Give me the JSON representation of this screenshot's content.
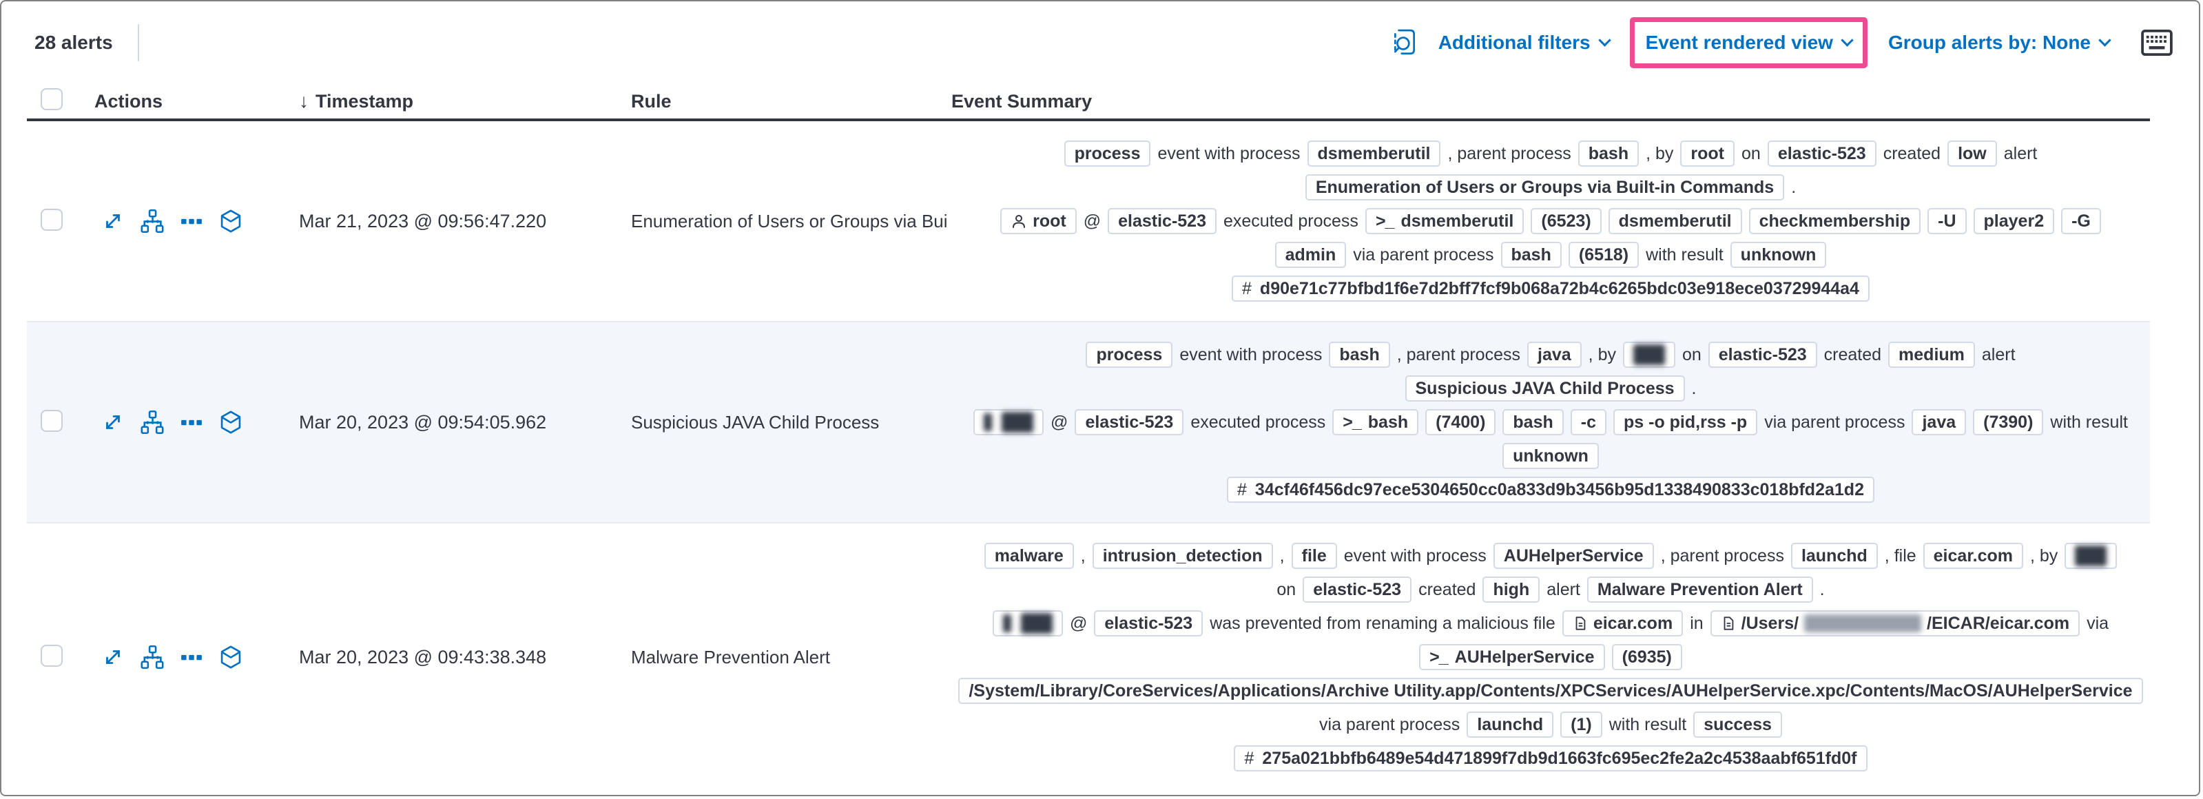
{
  "toolbar": {
    "alert_count": "28 alerts",
    "additional_filters": "Additional filters",
    "view_selector": "Event rendered view",
    "group_by": "Group alerts by: None"
  },
  "table": {
    "columns": {
      "actions": "Actions",
      "timestamp": "Timestamp",
      "rule": "Rule",
      "summary": "Event Summary"
    }
  },
  "colors": {
    "annotation_pink": "#ed4c92",
    "link_blue": "#0071c2",
    "row_alt_bg": "#f3f6fb"
  },
  "icons": {
    "toolbar": [
      "inspect-icon",
      "keyboard-shortcuts-icon"
    ],
    "row_actions": [
      "expand-icon",
      "analyze-event-icon",
      "more-actions-icon",
      "investigate-in-timeline-icon"
    ]
  },
  "rows": [
    {
      "timestamp": "Mar 21, 2023 @ 09:56:47.220",
      "rule": "Enumeration of Users or Groups via Bui",
      "summary": [
        [
          {
            "t": "badge",
            "v": "process"
          },
          {
            "t": "text",
            "v": "event with process"
          },
          {
            "t": "badge",
            "v": "dsmemberutil"
          },
          {
            "t": "text",
            "v": ", parent process"
          },
          {
            "t": "badge",
            "v": "bash"
          },
          {
            "t": "text",
            "v": ", by"
          },
          {
            "t": "badge",
            "v": "root"
          },
          {
            "t": "text",
            "v": "on"
          },
          {
            "t": "badge",
            "v": "elastic-523"
          },
          {
            "t": "text",
            "v": "created"
          },
          {
            "t": "badge",
            "v": "low"
          },
          {
            "t": "text",
            "v": "alert"
          }
        ],
        [
          {
            "t": "badge",
            "v": "Enumeration of Users or Groups via Built-in Commands"
          },
          {
            "t": "text",
            "v": "."
          }
        ],
        [
          {
            "t": "badge",
            "v": "root",
            "icon": "user"
          },
          {
            "t": "text",
            "v": "@"
          },
          {
            "t": "badge",
            "v": "elastic-523"
          },
          {
            "t": "text",
            "v": "executed process"
          },
          {
            "t": "badge",
            "v": "dsmemberutil",
            "icon": "terminal"
          },
          {
            "t": "badge",
            "v": "(6523)"
          },
          {
            "t": "badge",
            "v": "dsmemberutil"
          },
          {
            "t": "badge",
            "v": "checkmembership"
          },
          {
            "t": "badge",
            "v": "-U"
          },
          {
            "t": "badge",
            "v": "player2"
          },
          {
            "t": "badge",
            "v": "-G"
          }
        ],
        [
          {
            "t": "badge",
            "v": "admin"
          },
          {
            "t": "text",
            "v": "via parent process"
          },
          {
            "t": "badge",
            "v": "bash"
          },
          {
            "t": "badge",
            "v": "(6518)"
          },
          {
            "t": "text",
            "v": "with result"
          },
          {
            "t": "badge",
            "v": "unknown"
          }
        ],
        [
          {
            "t": "badge",
            "v": "d90e71c77bfbd1f6e7d2bff7fcf9b068a72b4c6265bdc03e918ece03729944a4",
            "icon": "hash"
          }
        ]
      ]
    },
    {
      "timestamp": "Mar 20, 2023 @ 09:54:05.962",
      "rule": "Suspicious JAVA Child Process",
      "summary": [
        [
          {
            "t": "badge",
            "v": "process"
          },
          {
            "t": "text",
            "v": "event with process"
          },
          {
            "t": "badge",
            "v": "bash"
          },
          {
            "t": "text",
            "v": ", parent process"
          },
          {
            "t": "badge",
            "v": "java"
          },
          {
            "t": "text",
            "v": ", by"
          },
          {
            "t": "badge",
            "redact": "name"
          },
          {
            "t": "text",
            "v": "on"
          },
          {
            "t": "badge",
            "v": "elastic-523"
          },
          {
            "t": "text",
            "v": "created"
          },
          {
            "t": "badge",
            "v": "medium"
          },
          {
            "t": "text",
            "v": "alert"
          }
        ],
        [
          {
            "t": "badge",
            "v": "Suspicious JAVA Child Process"
          },
          {
            "t": "text",
            "v": "."
          }
        ],
        [
          {
            "t": "badge",
            "redact": "user"
          },
          {
            "t": "text",
            "v": "@"
          },
          {
            "t": "badge",
            "v": "elastic-523"
          },
          {
            "t": "text",
            "v": "executed process"
          },
          {
            "t": "badge",
            "v": "bash",
            "icon": "terminal"
          },
          {
            "t": "badge",
            "v": "(7400)"
          },
          {
            "t": "badge",
            "v": "bash"
          },
          {
            "t": "badge",
            "v": "-c"
          },
          {
            "t": "badge",
            "v": "ps -o pid,rss -p"
          },
          {
            "t": "text",
            "v": "via parent process"
          },
          {
            "t": "badge",
            "v": "java"
          },
          {
            "t": "badge",
            "v": "(7390)"
          },
          {
            "t": "text",
            "v": "with result"
          }
        ],
        [
          {
            "t": "badge",
            "v": "unknown"
          }
        ],
        [
          {
            "t": "badge",
            "v": "34cf46f456dc97ece5304650cc0a833d9b3456b95d1338490833c018bfd2a1d2",
            "icon": "hash"
          }
        ]
      ]
    },
    {
      "timestamp": "Mar 20, 2023 @ 09:43:38.348",
      "rule": "Malware Prevention Alert",
      "summary": [
        [
          {
            "t": "badge",
            "v": "malware"
          },
          {
            "t": "text",
            "v": ","
          },
          {
            "t": "badge",
            "v": "intrusion_detection"
          },
          {
            "t": "text",
            "v": ","
          },
          {
            "t": "badge",
            "v": "file"
          },
          {
            "t": "text",
            "v": "event with process"
          },
          {
            "t": "badge",
            "v": "AUHelperService"
          },
          {
            "t": "text",
            "v": ", parent process"
          },
          {
            "t": "badge",
            "v": "launchd"
          },
          {
            "t": "text",
            "v": ", file"
          },
          {
            "t": "badge",
            "v": "eicar.com"
          },
          {
            "t": "text",
            "v": ", by"
          },
          {
            "t": "badge",
            "redact": "name"
          }
        ],
        [
          {
            "t": "text",
            "v": "on"
          },
          {
            "t": "badge",
            "v": "elastic-523"
          },
          {
            "t": "text",
            "v": "created"
          },
          {
            "t": "badge",
            "v": "high"
          },
          {
            "t": "text",
            "v": "alert"
          },
          {
            "t": "badge",
            "v": "Malware Prevention Alert"
          },
          {
            "t": "text",
            "v": "."
          }
        ],
        [
          {
            "t": "badge",
            "redact": "user"
          },
          {
            "t": "text",
            "v": "@"
          },
          {
            "t": "badge",
            "v": "elastic-523"
          },
          {
            "t": "text",
            "v": "was prevented from renaming a malicious file"
          },
          {
            "t": "badge",
            "v": "eicar.com",
            "icon": "file"
          },
          {
            "t": "text",
            "v": "in"
          },
          {
            "t": "badge",
            "icon": "file",
            "redact": "mid",
            "v1": "/Users/",
            "v2": "/EICAR/eicar.com"
          },
          {
            "t": "text",
            "v": "via"
          }
        ],
        [
          {
            "t": "badge",
            "v": "AUHelperService",
            "icon": "terminal"
          },
          {
            "t": "badge",
            "v": "(6935)"
          }
        ],
        [
          {
            "t": "badge",
            "v": "/System/Library/CoreServices/Applications/Archive Utility.app/Contents/XPCServices/AUHelperService.xpc/Contents/MacOS/AUHelperService"
          }
        ],
        [
          {
            "t": "text",
            "v": "via parent process"
          },
          {
            "t": "badge",
            "v": "launchd"
          },
          {
            "t": "badge",
            "v": "(1)"
          },
          {
            "t": "text",
            "v": "with result"
          },
          {
            "t": "badge",
            "v": "success"
          }
        ],
        [
          {
            "t": "badge",
            "v": "275a021bbfb6489e54d471899f7db9d1663fc695ec2fe2a2c4538aabf651fd0f",
            "icon": "hash"
          }
        ]
      ]
    }
  ]
}
